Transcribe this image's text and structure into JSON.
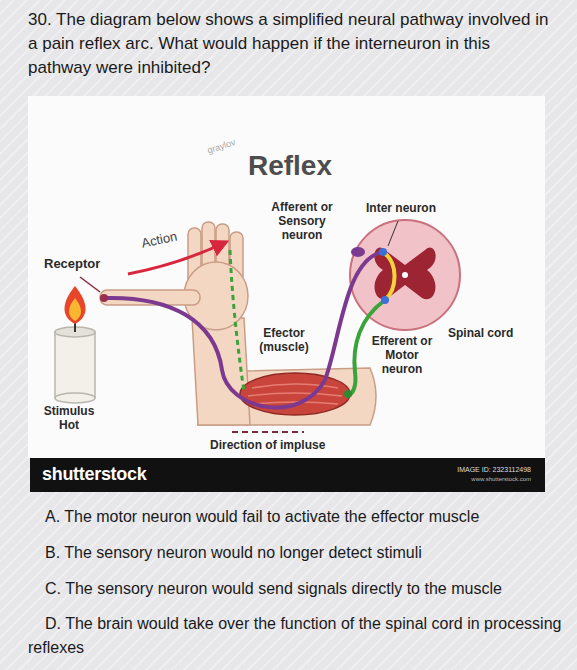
{
  "diagram": {
    "title": "Reflex",
    "nodes": [
      {
        "text": [
          "shutterstock",
          "IMAGE ID: 2323112498",
          "www.shutterstock.com"
        ]
      }
    ],
    "labels": [
      "30. The diagram below shows a simplified neural pathway involved in a pain reflex arc. What would happen if the interneuron in this pathway were inhibited?",
      "graylov",
      "Afferent or Sensory neuron",
      "Inter neuron",
      "Receptor",
      "Action",
      "Efector (muscle)",
      "Efferent or Motor neuron",
      "Spinal cord",
      "Stimulus Hot",
      "Direction of impluse",
      "A. The motor neuron would fail to activate the effector muscle",
      "B. The sensory neuron would no longer detect stimuli",
      "C. The sensory neuron would send signals directly to the muscle",
      "D. The brain would take over the function of the spinal cord in processing reflexes"
    ]
  }
}
